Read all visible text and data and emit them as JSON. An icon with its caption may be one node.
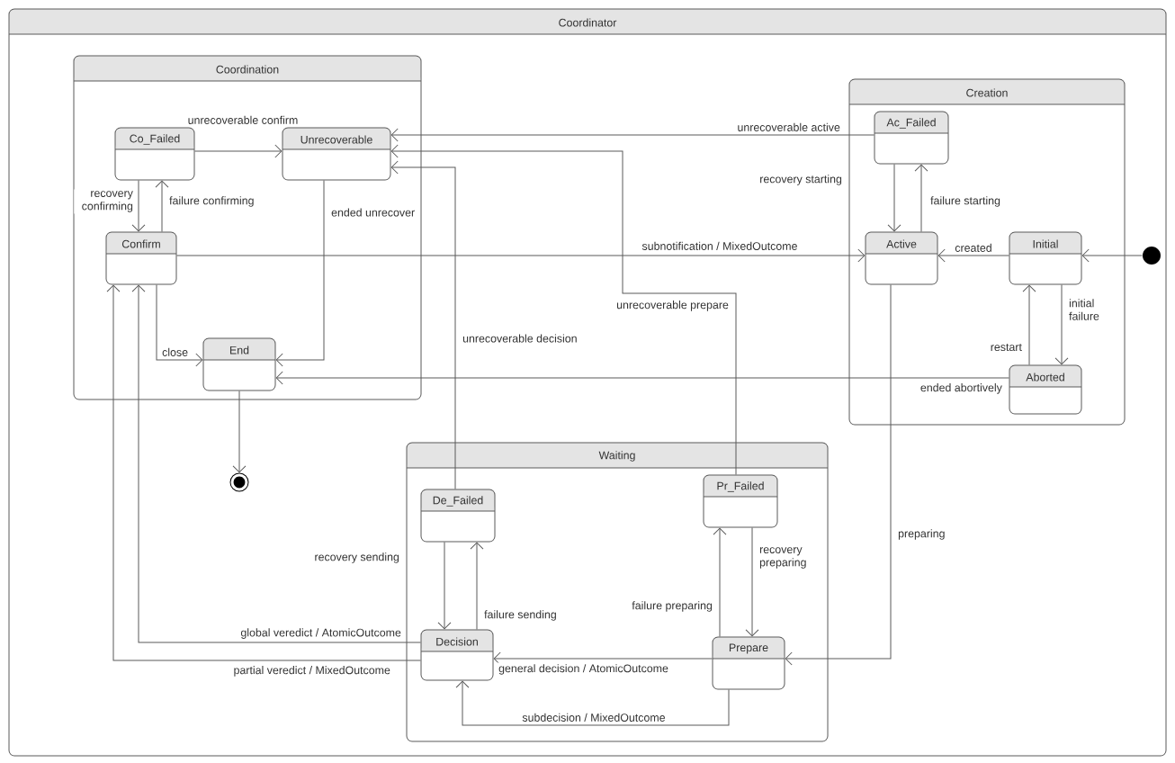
{
  "diagram": {
    "nodes": [
      {
        "text": [
          "Coordinator"
        ]
      },
      {
        "text": [
          "Coordination"
        ],
        "in": 0
      },
      {
        "text": [
          "Co_Failed"
        ],
        "in": 1
      },
      {
        "text": [
          "Unrecoverable"
        ],
        "in": 1
      },
      {
        "text": [
          "Confirm"
        ],
        "in": 1
      },
      {
        "text": [
          "End"
        ],
        "in": 1
      },
      {
        "text": [
          "Creation"
        ],
        "in": 0
      },
      {
        "text": [
          "Ac_Failed"
        ],
        "in": 6
      },
      {
        "text": [
          "Active"
        ],
        "in": 6
      },
      {
        "text": [
          "Initial"
        ],
        "in": 6
      },
      {
        "text": [
          "Aborted"
        ],
        "in": 6
      },
      {
        "text": [
          "Waiting"
        ],
        "in": 0
      },
      {
        "text": [
          "De_Failed"
        ],
        "in": 11
      },
      {
        "text": [
          "Decision"
        ],
        "in": 11
      },
      {
        "text": [
          "Pr_Failed"
        ],
        "in": 11
      },
      {
        "text": [
          "Prepare"
        ],
        "in": 11
      },
      {
        "text": [],
        "shape": "circle",
        "in": 0
      },
      {
        "text": [],
        "shape": "circle",
        "in": 0
      }
    ],
    "edges": [
      {
        "from": 16,
        "to": 9,
        "arrow": "to"
      },
      {
        "from": 9,
        "to": 8,
        "arrow": "to",
        "label": "created"
      },
      {
        "from": 9,
        "to": 10,
        "arrow": "to",
        "label": "initial failure"
      },
      {
        "from": 10,
        "to": 9,
        "arrow": "to",
        "label": "restart"
      },
      {
        "from": 8,
        "to": 7,
        "arrow": "to",
        "label": "failure starting"
      },
      {
        "from": 7,
        "to": 8,
        "arrow": "to",
        "label": "recovery starting"
      },
      {
        "from": 7,
        "to": 3,
        "arrow": "to",
        "label": "unrecoverable active"
      },
      {
        "from": 4,
        "to": 8,
        "arrow": "to",
        "label": "subnotification / MixedOutcome"
      },
      {
        "from": 10,
        "to": 5,
        "arrow": "to",
        "label": "ended abortively"
      },
      {
        "from": 8,
        "to": 15,
        "arrow": "to",
        "label": "preparing"
      },
      {
        "from": 14,
        "to": 3,
        "arrow": "to",
        "label": "unrecoverable prepare"
      },
      {
        "from": 12,
        "to": 3,
        "arrow": "to",
        "label": "unrecoverable decision"
      },
      {
        "from": 2,
        "to": 3,
        "arrow": "to",
        "label": "unrecoverable confirm"
      },
      {
        "from": 2,
        "to": 4,
        "arrow": "to",
        "label": "recovery confirming"
      },
      {
        "from": 4,
        "to": 2,
        "arrow": "to",
        "label": "failure confirming"
      },
      {
        "from": 3,
        "to": 5,
        "arrow": "to",
        "label": "ended unrecover"
      },
      {
        "from": 4,
        "to": 5,
        "arrow": "to",
        "label": "close"
      },
      {
        "from": 5,
        "to": 17,
        "arrow": "to"
      },
      {
        "from": 12,
        "to": 13,
        "arrow": "to",
        "label": "recovery sending"
      },
      {
        "from": 13,
        "to": 12,
        "arrow": "to",
        "label": "failure sending"
      },
      {
        "from": 15,
        "to": 14,
        "arrow": "to",
        "label": "failure preparing"
      },
      {
        "from": 14,
        "to": 15,
        "arrow": "to",
        "label": "recovery preparing"
      },
      {
        "from": 13,
        "to": 4,
        "arrow": "to",
        "label": "global veredict / AtomicOutcome"
      },
      {
        "from": 13,
        "to": 4,
        "arrow": "to",
        "label": "partial veredict / MixedOutcome"
      },
      {
        "from": 15,
        "to": 13,
        "arrow": "to",
        "label": "general decision / AtomicOutcome"
      },
      {
        "from": 15,
        "to": 13,
        "arrow": "to",
        "label": "subdecision / MixedOutcome"
      }
    ]
  }
}
